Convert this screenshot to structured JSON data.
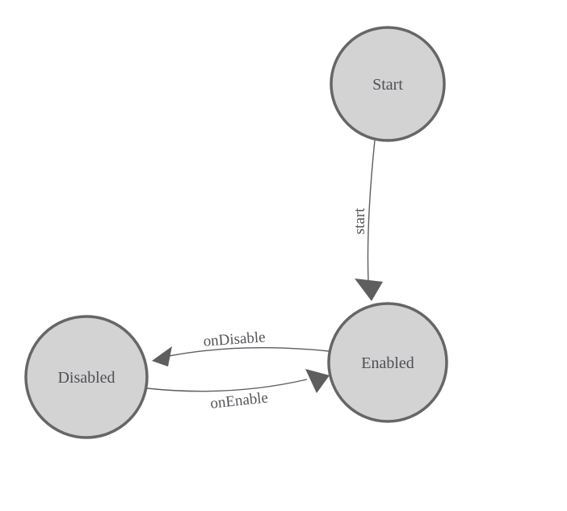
{
  "diagram": {
    "type": "state-machine",
    "nodes": [
      {
        "id": "start",
        "label": "Start"
      },
      {
        "id": "enabled",
        "label": "Enabled"
      },
      {
        "id": "disabled",
        "label": "Disabled"
      }
    ],
    "edges": [
      {
        "from": "Start",
        "to": "Enabled",
        "label": "start"
      },
      {
        "from": "Enabled",
        "to": "Disabled",
        "label": "onDisable"
      },
      {
        "from": "Disabled",
        "to": "Enabled",
        "label": "onEnable"
      }
    ],
    "colors": {
      "background": "#ffffff",
      "node_fill": "#d3d3d3",
      "node_border": "#666666",
      "edge": "#5e5e5e",
      "node_text": "#4f4f55",
      "edge_text": "#55555a"
    }
  }
}
